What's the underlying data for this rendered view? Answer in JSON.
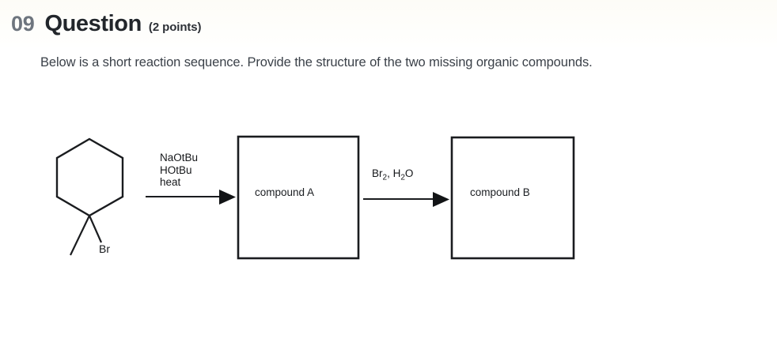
{
  "header": {
    "number": "09",
    "title": "Question",
    "points": "(2 points)"
  },
  "prompt": "Below is a short reaction sequence. Provide the structure of the two missing organic compounds.",
  "scheme": {
    "reactant": {
      "name": "1-bromo-1-methylcyclohexane",
      "atom_labels": [
        "Br"
      ]
    },
    "steps": [
      {
        "reagent_lines": [
          "NaOtBu",
          "HOtBu",
          "heat"
        ],
        "product_box_label": "compound A"
      },
      {
        "reagent_lines": [
          "Br2, H2O"
        ],
        "product_box_label": "compound B"
      }
    ],
    "reagent_2_parts": {
      "a": "Br",
      "a_sub": "2",
      "b": ", H",
      "b_sub": "2",
      "c": "O"
    }
  },
  "colors": {
    "page_background": "#ffffff",
    "number_gray": "#6e757e",
    "title_dark": "#22262b",
    "prompt_gray": "#3b4149",
    "structure_stroke": "#1a1c1f",
    "box_stroke": "#1a1c1f"
  }
}
